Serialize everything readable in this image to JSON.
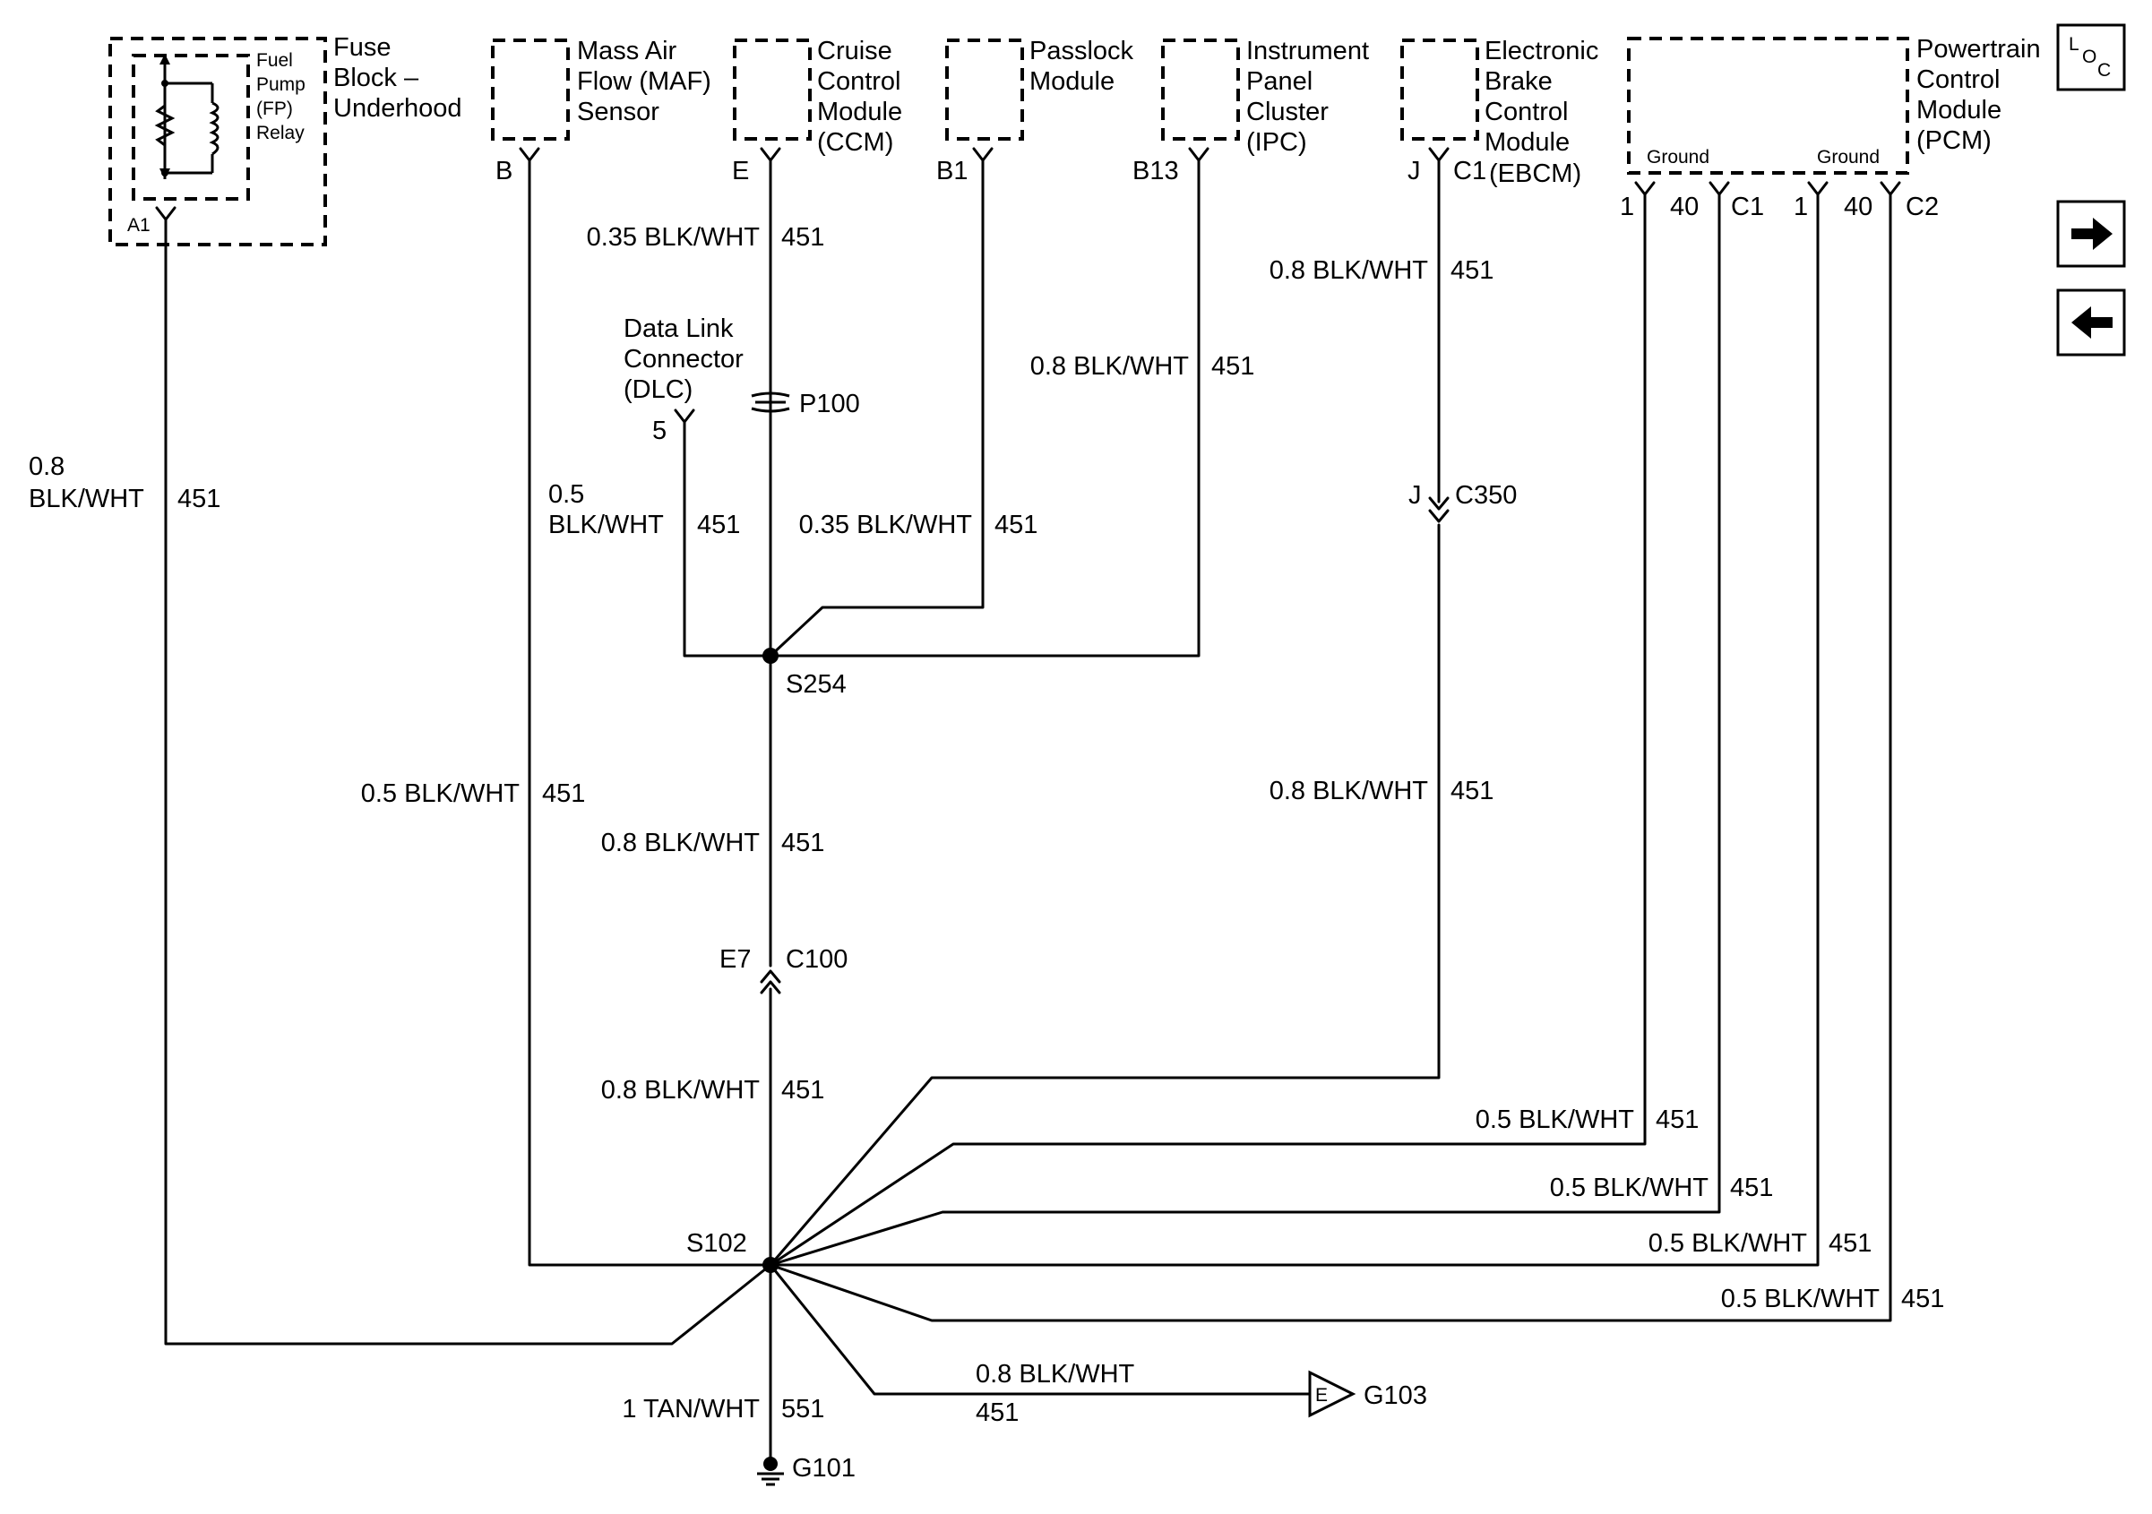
{
  "components": {
    "fuse_block": {
      "name": [
        "Fuse",
        "Block –",
        "Underhood"
      ],
      "relay": [
        "Fuel",
        "Pump",
        "(FP)",
        "Relay"
      ],
      "pin": "A1"
    },
    "maf": {
      "name": [
        "Mass Air",
        "Flow (MAF)",
        "Sensor"
      ],
      "pin": "B"
    },
    "ccm": {
      "name": [
        "Cruise",
        "Control",
        "Module",
        "(CCM)"
      ],
      "pin": "E"
    },
    "passlock": {
      "name": [
        "Passlock",
        "Module"
      ],
      "pin": "B1"
    },
    "ipc": {
      "name": [
        "Instrument",
        "Panel",
        "Cluster",
        "(IPC)"
      ],
      "pin": "B13"
    },
    "ebcm": {
      "name": [
        "Electronic",
        "Brake",
        "Control",
        "Module",
        "(EBCM)"
      ],
      "pin": "J",
      "connector": "C1"
    },
    "pcm": {
      "name": [
        "Powertrain",
        "Control",
        "Module",
        "(PCM)"
      ],
      "ground_label": "Ground",
      "pin_a": "1",
      "pin_b": "40",
      "conn_c1": "C1",
      "conn_c2": "C2"
    }
  },
  "connectors": {
    "dlc": {
      "name": [
        "Data Link",
        "Connector",
        "(DLC)"
      ],
      "pin": "5"
    },
    "p100": "P100",
    "c350": {
      "pin": "J",
      "name": "C350"
    },
    "c100": {
      "pin": "E7",
      "name": "C100"
    }
  },
  "splices": {
    "s254": "S254",
    "s102": "S102"
  },
  "grounds": {
    "g101": "G101",
    "g103": "G103",
    "g103_marker": "E"
  },
  "wires": {
    "fuse": {
      "size": "0.8",
      "color": "BLK/WHT",
      "circuit": "451"
    },
    "maf": {
      "spec": "0.5 BLK/WHT",
      "circuit": "451"
    },
    "ccm": {
      "spec": "0.35 BLK/WHT",
      "circuit": "451"
    },
    "dlc": {
      "size": "0.5",
      "color": "BLK/WHT",
      "circuit": "451"
    },
    "ccm_lower": {
      "spec": "0.35 BLK/WHT",
      "circuit": "451"
    },
    "ipc": {
      "spec": "0.8 BLK/WHT",
      "circuit": "451"
    },
    "ebcm_upper": {
      "spec": "0.8 BLK/WHT",
      "circuit": "451"
    },
    "ebcm_lower": {
      "spec": "0.8 BLK/WHT",
      "circuit": "451"
    },
    "s254_c100": {
      "spec": "0.8 BLK/WHT",
      "circuit": "451"
    },
    "c100_s102": {
      "spec": "0.8 BLK/WHT",
      "circuit": "451"
    },
    "pcm1": {
      "spec": "0.5 BLK/WHT",
      "circuit": "451"
    },
    "pcm2": {
      "spec": "0.5 BLK/WHT",
      "circuit": "451"
    },
    "pcm3": {
      "spec": "0.5 BLK/WHT",
      "circuit": "451"
    },
    "pcm4": {
      "spec": "0.5 BLK/WHT",
      "circuit": "451"
    },
    "g103": {
      "spec": "0.8 BLK/WHT",
      "circuit": "451"
    },
    "g101": {
      "spec": "1 TAN/WHT",
      "circuit": "551"
    }
  },
  "ui": {
    "loc_letters": [
      "L",
      "O",
      "C"
    ],
    "next_icon": "arrow-right-icon",
    "prev_icon": "arrow-left-icon"
  }
}
